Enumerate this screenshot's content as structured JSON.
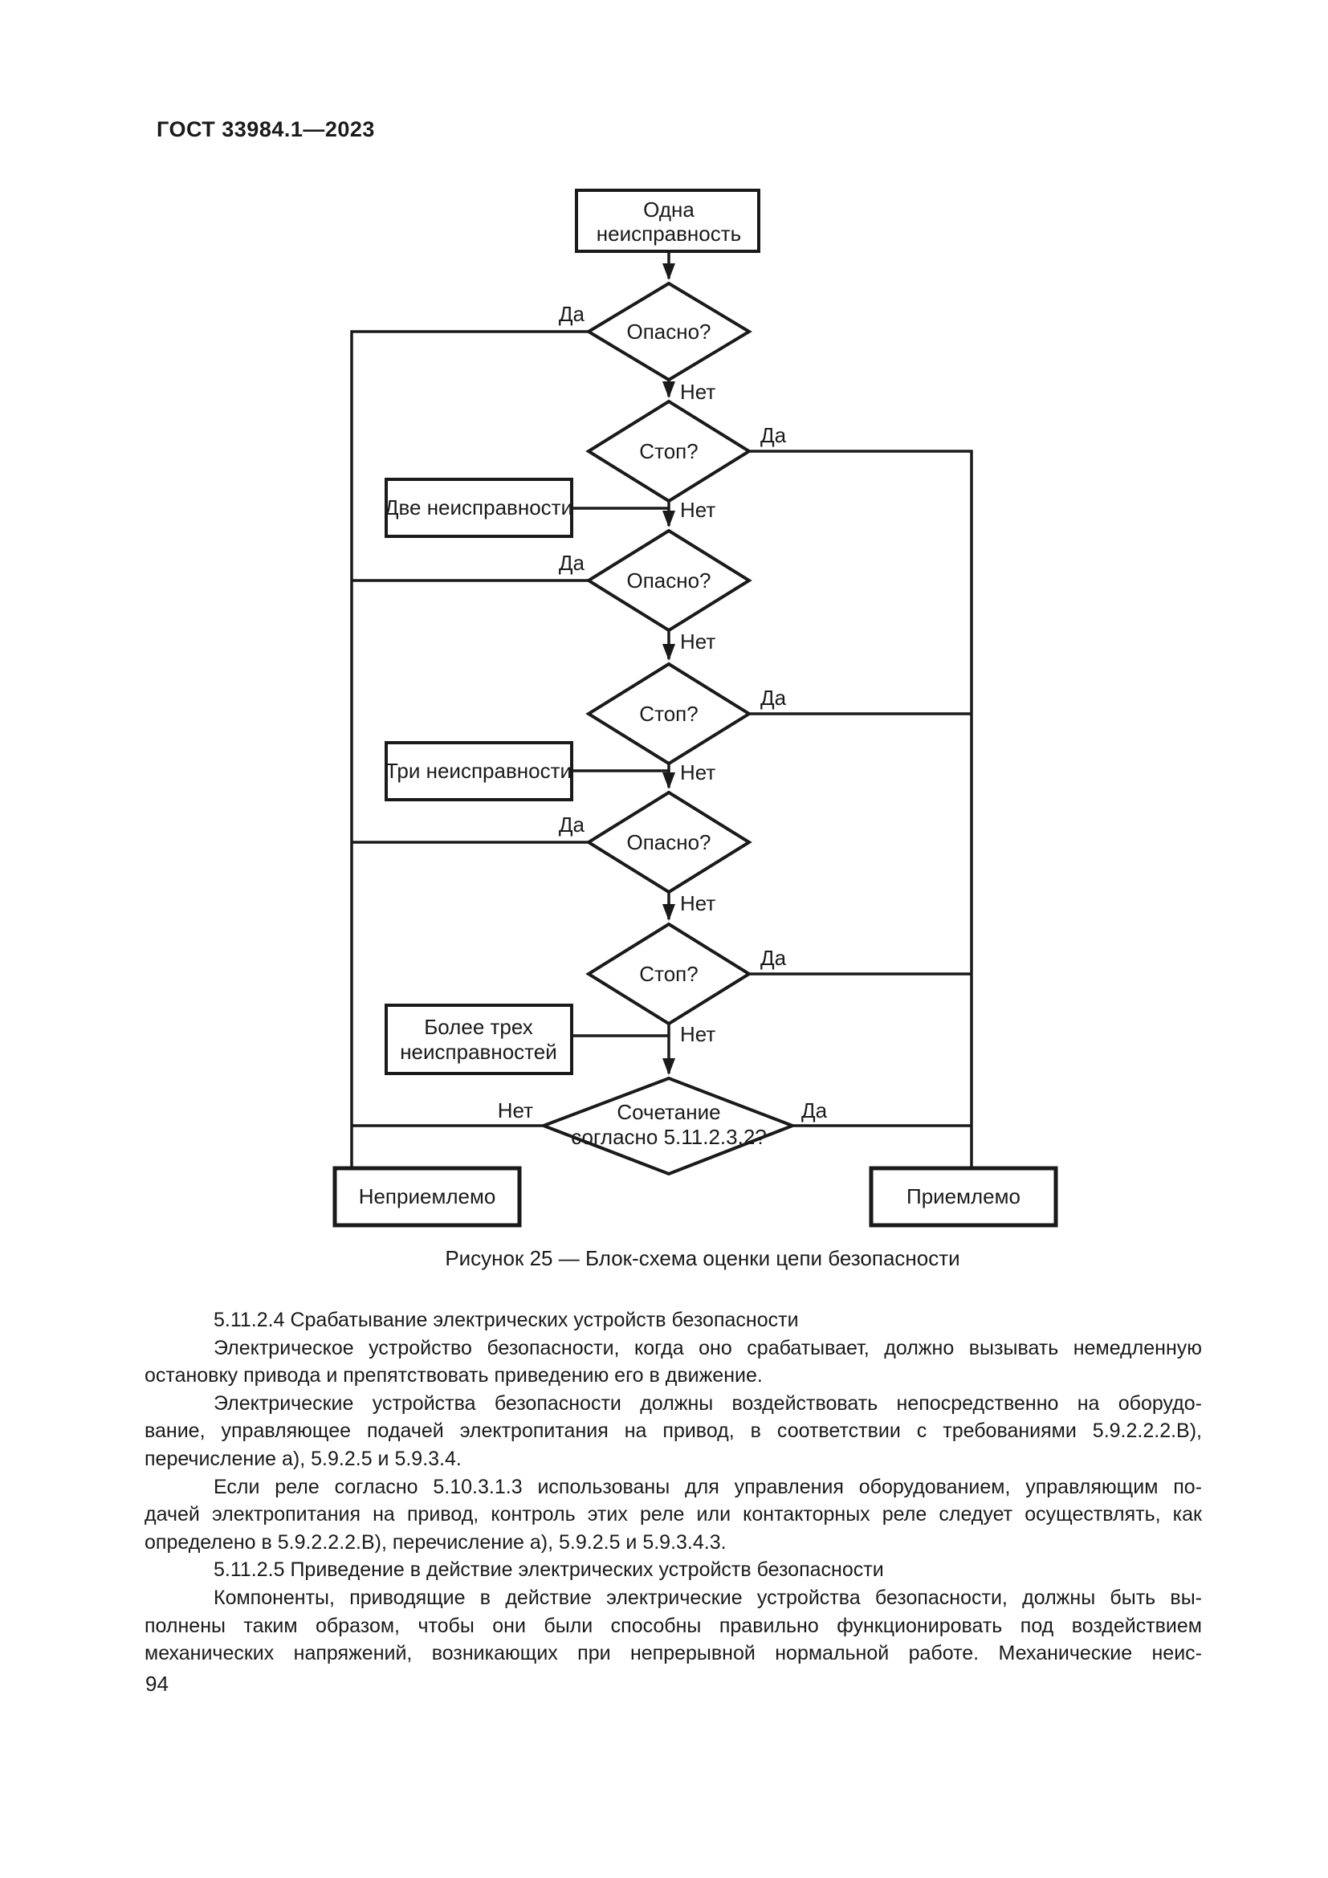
{
  "page": {
    "header": "ГОСТ 33984.1—2023",
    "page_number": "94"
  },
  "figure": {
    "caption": "Рисунок 25 — Блок-схема оценки цепи безопасности",
    "labels": {
      "yes": "Да",
      "no": "Нет"
    },
    "nodes": {
      "start_line1": "Одна",
      "start_line2": "неисправность",
      "danger": "Опасно?",
      "stop": "Стоп?",
      "two_faults": "Две неисправности",
      "three_faults": "Три неисправности",
      "more_than_three_line1": "Более трех",
      "more_than_three_line2": "неисправностей",
      "combination_line1": "Сочетание",
      "combination_line2": "согласно 5.11.2.3.2?",
      "unacceptable": "Неприемлемо",
      "acceptable": "Приемлемо"
    }
  },
  "body": {
    "paragraphs": [
      {
        "indent": true,
        "lines": [
          "5.11.2.4 Срабатывание электрических устройств безопасности"
        ]
      },
      {
        "indent": true,
        "lines": [
          "Электрическое устройство безопасности, когда оно срабатывает, должно вызывать немедленную",
          "остановку привода и препятствовать приведению его в движение."
        ]
      },
      {
        "indent": true,
        "lines": [
          "Электрические устройства безопасности должны воздействовать непосредственно на оборудо-",
          "вание, управляющее подачей электропитания на привод, в соответствии с требованиями 5.9.2.2.2.В),",
          "перечисление а), 5.9.2.5 и 5.9.3.4."
        ]
      },
      {
        "indent": true,
        "lines": [
          "Если реле согласно 5.10.3.1.3 использованы для управления оборудованием, управляющим по-",
          "дачей электропитания на привод, контроль этих реле или контакторных реле следует осуществлять, как",
          "определено в 5.9.2.2.2.В), перечисление а), 5.9.2.5 и 5.9.3.4.3."
        ]
      },
      {
        "indent": true,
        "lines": [
          "5.11.2.5 Приведение в действие электрических устройств безопасности"
        ]
      },
      {
        "indent": true,
        "justify_last": true,
        "lines": [
          "Компоненты, приводящие в действие электрические устройства безопасности, должны быть вы-",
          "полнены таким образом, чтобы они были способны правильно функционировать под воздействием",
          "механических напряжений, возникающих при непрерывной нормальной работе. Механические неис-"
        ]
      }
    ]
  }
}
